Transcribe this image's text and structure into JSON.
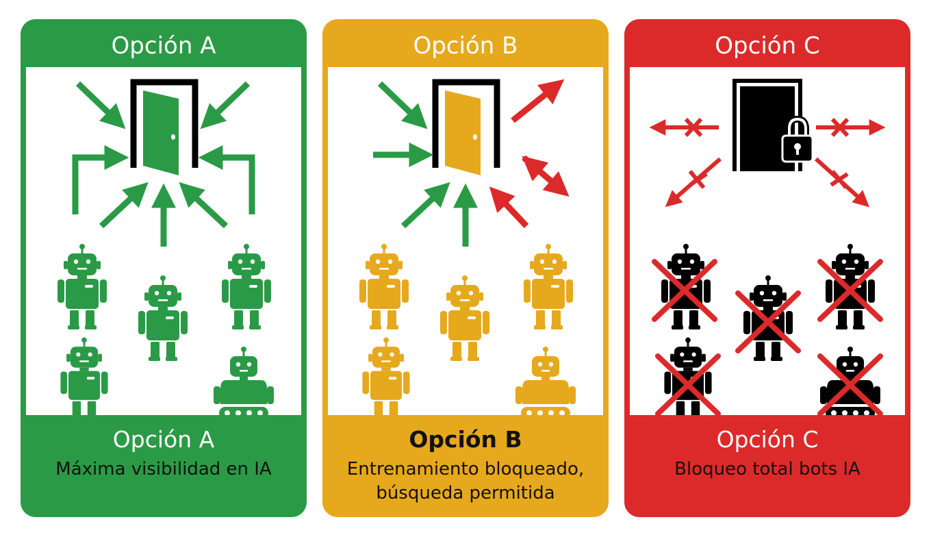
{
  "colors": {
    "green": "#2b9a46",
    "amber": "#e6a81d",
    "red": "#dc2a2a",
    "black": "#000000",
    "white": "#ffffff"
  },
  "options": [
    {
      "header": "Opción A",
      "title": "Opción A",
      "description": "Máxima visibilidad en IA",
      "door": "open-door-icon",
      "bots": "allowed"
    },
    {
      "header": "Opción B",
      "title": "Opción B",
      "description": "Entrenamiento bloqueado, búsqueda permitida",
      "door": "open-door-icon",
      "bots": "partially-blocked"
    },
    {
      "header": "Opción C",
      "title": "Opción C",
      "description": "Bloqueo total bots IA",
      "door": "locked-door-icon",
      "bots": "blocked"
    }
  ]
}
